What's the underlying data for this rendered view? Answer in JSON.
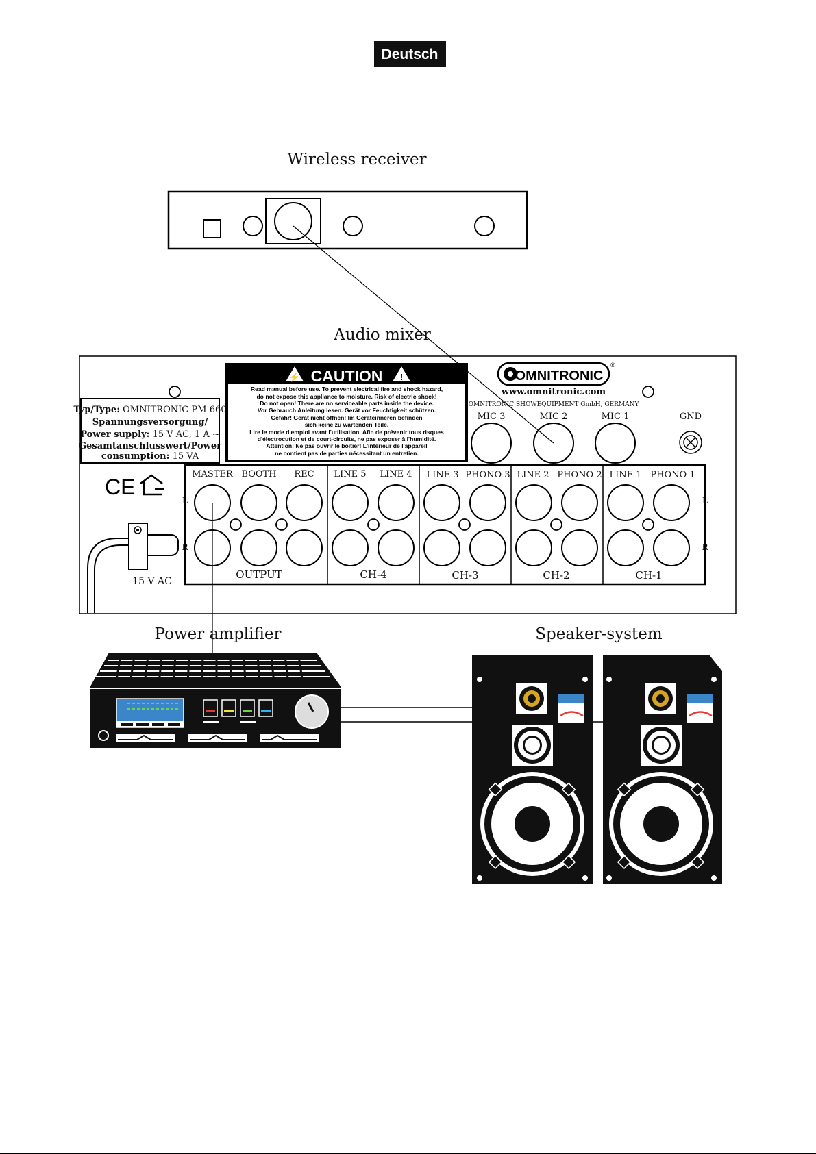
{
  "header": {
    "language_badge": "Deutsch"
  },
  "labels": {
    "wireless_receiver": "Wireless receiver",
    "audio_mixer": "Audio mixer",
    "power_amplifier": "Power amplifier",
    "speaker_system": "Speaker-system"
  },
  "type_plate": {
    "line1_bold": "Typ/Type:",
    "line1_value": "OMNITRONIC PM-660",
    "line2_bold": "Spannungsversorgung/",
    "line3_bold": "Power supply:",
    "line3_value": "15 V AC, 1 A ~",
    "line4_bold": "Gesamtanschlusswert/Power",
    "line5_bold": "consumption:",
    "line5_value": "15 VA"
  },
  "caution": {
    "title": "CAUTION",
    "lines": [
      "Read manual before use. To prevent electrical fire and shock hazard,",
      "do not expose this appliance to moisture. Risk of electric shock!",
      "Do not open! There are no serviceable parts inside the device.",
      "Vor Gebrauch Anleitung lesen. Gerät vor Feuchtigkeit schützen.",
      "Gefahr! Gerät nicht öffnen! Im Geräteinneren befinden",
      "sich keine zu wartenden Teile.",
      "Lire le mode d'emploi avant l'utilisation. Afin de prévenir tous risques",
      "d'électrocution et de court-circuits, ne pas exposer à l'humidité.",
      "Attention! Ne pas ouvrir le boitier! L'intérieur de l'appareil",
      "ne contient pas de parties nécessitant un entretien."
    ]
  },
  "brand": {
    "name": "OMNITRONIC",
    "registered": "®",
    "url": "www.omnitronic.com",
    "company": "OMNITRONIC SHOWEQUIPMENT GmbH, GERMANY"
  },
  "mic_inputs": [
    "MIC 3",
    "MIC 2",
    "MIC 1"
  ],
  "gnd": "GND",
  "output_section": {
    "cols": [
      "MASTER",
      "BOOTH",
      "REC"
    ],
    "name": "OUTPUT"
  },
  "channels": [
    {
      "name": "CH-4",
      "cols": [
        "LINE 5",
        "LINE 4"
      ]
    },
    {
      "name": "CH-3",
      "cols": [
        "LINE 3",
        "PHONO 3"
      ]
    },
    {
      "name": "CH-2",
      "cols": [
        "LINE 2",
        "PHONO 2"
      ]
    },
    {
      "name": "CH-1",
      "cols": [
        "LINE 1",
        "PHONO 1"
      ]
    }
  ],
  "side_marks": {
    "left": "L",
    "right": "R"
  },
  "power_input": "15 V AC",
  "cert_marks": {
    "ce": "CE"
  }
}
